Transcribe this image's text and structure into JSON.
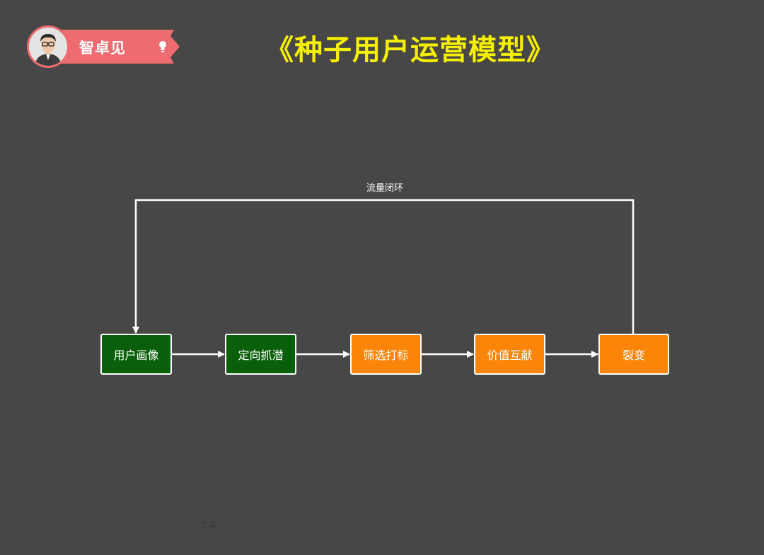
{
  "badge": {
    "name": "智卓见"
  },
  "title": "《种子用户运营模型》",
  "diagram": {
    "nodes": [
      {
        "label": "用户画像",
        "color": "#0a5f0a"
      },
      {
        "label": "定向抓潜",
        "color": "#0a5f0a"
      },
      {
        "label": "筛选打标",
        "color": "#fb8508"
      },
      {
        "label": "价值互献",
        "color": "#fb8508"
      },
      {
        "label": "裂变",
        "color": "#fb8508"
      }
    ],
    "edges": [
      {
        "from": "用户画像",
        "to": "定向抓潜"
      },
      {
        "from": "定向抓潜",
        "to": "筛选打标"
      },
      {
        "from": "筛选打标",
        "to": "价值互献"
      },
      {
        "from": "价值互献",
        "to": "裂变"
      },
      {
        "from": "裂变",
        "to": "用户画像",
        "label": "流量闭环"
      }
    ]
  },
  "placeholder_text": "文本",
  "colors": {
    "background": "#474747",
    "title": "#f6f000",
    "badge": "#ee6b6f",
    "lines": "#ffffff"
  }
}
